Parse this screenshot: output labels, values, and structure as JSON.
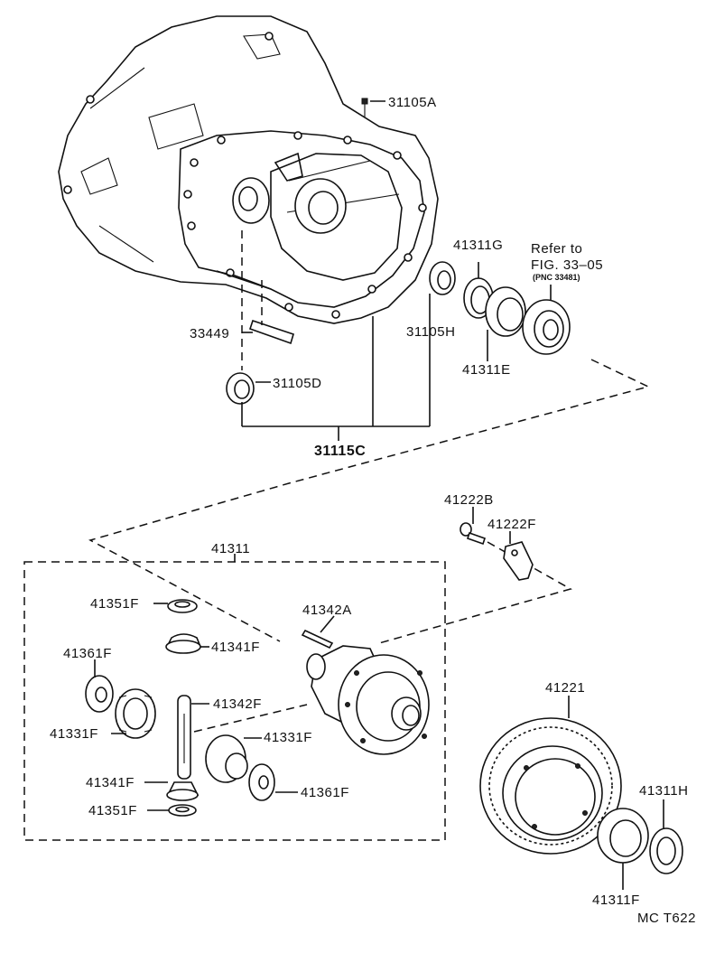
{
  "labels": {
    "p31105A": "31105A",
    "p41311G": "41311G",
    "refer1": "Refer to",
    "refer2": "FIG. 33–05",
    "refer3": "(PNC 33481)",
    "p33449": "33449",
    "p31105H": "31105H",
    "p41311E": "41311E",
    "p31105D": "31105D",
    "p31115C": "31115C",
    "p41222B": "41222B",
    "p41222F": "41222F",
    "p41311": "41311",
    "p41351F_top": "41351F",
    "p41342A": "41342A",
    "p41341F_top": "41341F",
    "p41361F_left": "41361F",
    "p41342F": "41342F",
    "p41331F_left": "41331F",
    "p41331F_right": "41331F",
    "p41341F_bottom": "41341F",
    "p41361F_right": "41361F",
    "p41351F_bottom": "41351F",
    "p41221": "41221",
    "p41311H": "41311H",
    "p41311F": "41311F",
    "code": "MC T622"
  },
  "icons": {
    "transaxle_case": "transaxle-case-icon",
    "oil_seal": "oil-seal-icon",
    "bearing": "bearing-icon",
    "differential_case": "differential-case-icon",
    "ring_gear": "ring-gear-icon"
  }
}
